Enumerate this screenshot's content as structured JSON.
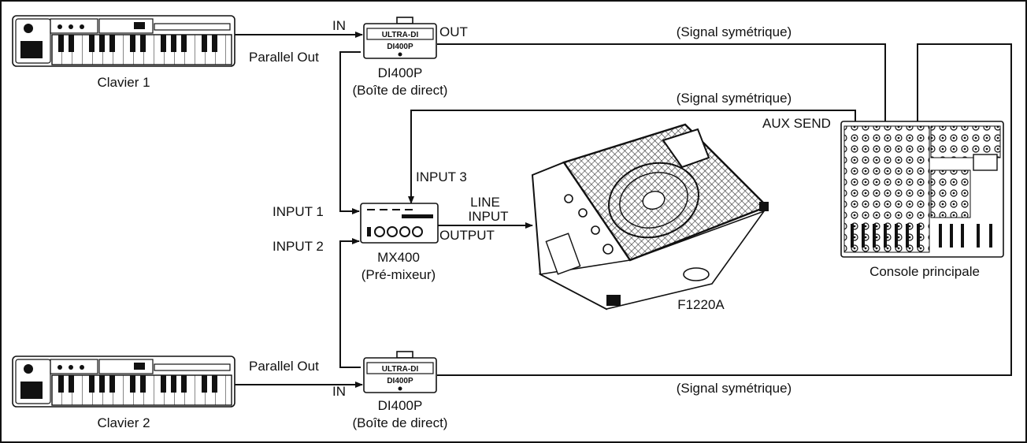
{
  "devices": {
    "keyboard1": {
      "label": "Clavier 1"
    },
    "keyboard2": {
      "label": "Clavier 2"
    },
    "di_top": {
      "brand": "ULTRA-DI",
      "model": "DI400P",
      "label": "DI400P",
      "sublabel": "(Boîte de direct)"
    },
    "di_bottom": {
      "brand": "ULTRA-DI",
      "model": "DI400P",
      "label": "DI400P",
      "sublabel": "(Boîte de direct)"
    },
    "premixer": {
      "label": "MX400",
      "sublabel": "(Pré-mixeur)"
    },
    "monitor": {
      "label": "F1220A"
    },
    "console": {
      "label": "Console principale"
    }
  },
  "connections": {
    "in_top": "IN",
    "out_top": "OUT",
    "parallel_top": "Parallel Out",
    "parallel_bottom": "Parallel Out",
    "in_bottom": "IN",
    "input1": "INPUT 1",
    "input2": "INPUT 2",
    "input3": "INPUT 3",
    "line_input_1": "LINE",
    "line_input_2": "INPUT",
    "output": "OUTPUT",
    "aux_send": "AUX SEND",
    "signal_top": "(Signal symétrique)",
    "signal_mid": "(Signal symétrique)",
    "signal_bottom": "(Signal symétrique)"
  }
}
